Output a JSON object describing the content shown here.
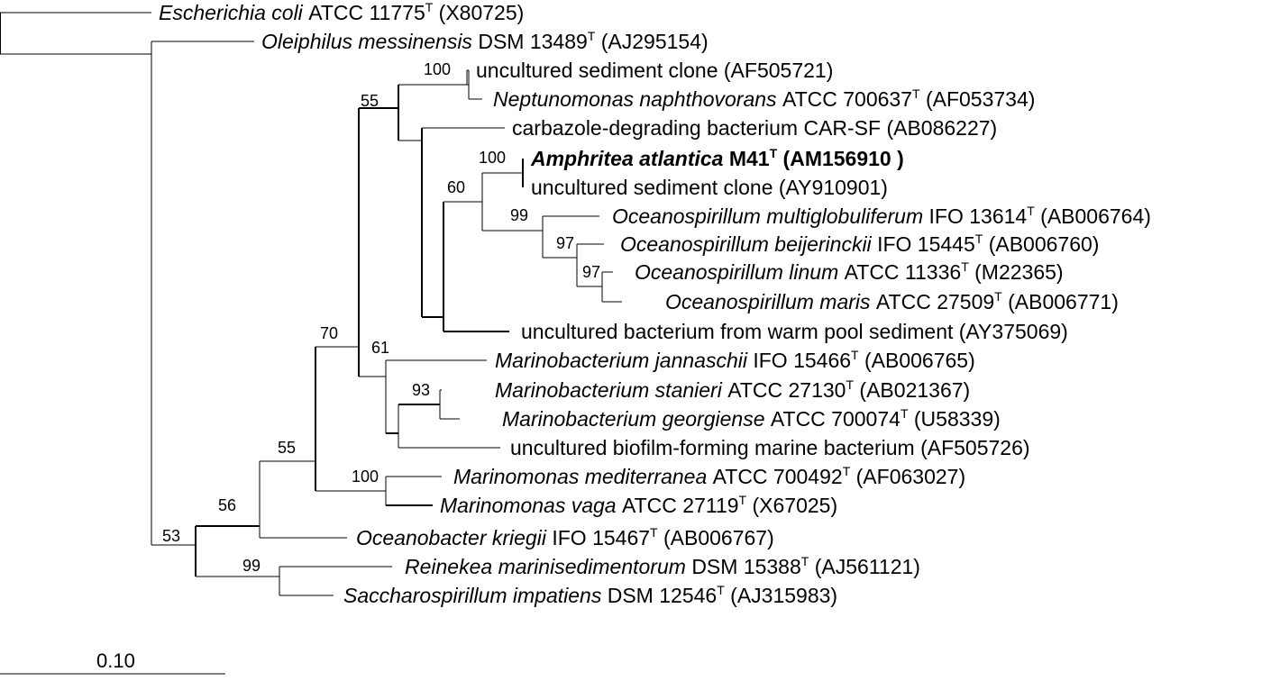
{
  "taxa": [
    {
      "id": "ecoli",
      "name": "Escherichia coli",
      "strain": "ATCC 11775",
      "type": true,
      "accession": "(X80725)",
      "bold": false
    },
    {
      "id": "oleiphilus",
      "name": "Oleiphilus messinensis",
      "strain": "DSM 13489",
      "type": true,
      "accession": "(AJ295154)",
      "bold": false
    },
    {
      "id": "unc_af505721",
      "name": "",
      "strain": "uncultured sediment clone",
      "type": false,
      "accession": "(AF505721)",
      "bold": false
    },
    {
      "id": "neptunomonas",
      "name": "Neptunomonas naphthovorans",
      "strain": "ATCC 700637",
      "type": true,
      "accession": "(AF053734)",
      "bold": false
    },
    {
      "id": "carsf",
      "name": "",
      "strain": "carbazole-degrading bacterium CAR-SF",
      "type": false,
      "accession": "(AB086227)",
      "bold": false
    },
    {
      "id": "amphritea",
      "name": "Amphritea atlantica",
      "strain": "M41",
      "type": true,
      "accession": "(AM156910 )",
      "bold": true
    },
    {
      "id": "unc_ay910901",
      "name": "",
      "strain": "uncultured sediment clone",
      "type": false,
      "accession": "(AY910901)",
      "bold": false
    },
    {
      "id": "oc_multi",
      "name": "Oceanospirillum multiglobuliferum",
      "strain": "IFO 13614",
      "type": true,
      "accession": "(AB006764)",
      "bold": false
    },
    {
      "id": "oc_beij",
      "name": "Oceanospirillum beijerinckii",
      "strain": " IFO 15445",
      "type": true,
      "accession": "(AB006760)",
      "bold": false
    },
    {
      "id": "oc_linum",
      "name": "Oceanospirillum linum",
      "strain": "ATCC 11336",
      "type": true,
      "accession": "(M22365)",
      "bold": false
    },
    {
      "id": "oc_maris",
      "name": "Oceanospirillum maris",
      "strain": "ATCC 27509",
      "type": true,
      "accession": "(AB006771)",
      "bold": false
    },
    {
      "id": "unc_ay375069",
      "name": "",
      "strain": "uncultured bacterium from warm pool sediment",
      "type": false,
      "accession": "(AY375069)",
      "bold": false
    },
    {
      "id": "mb_jann",
      "name": "Marinobacterium jannaschii",
      "strain": "IFO 15466",
      "type": true,
      "accession": "(AB006765)",
      "bold": false
    },
    {
      "id": "mb_stan",
      "name": "Marinobacterium stanieri",
      "strain": "ATCC 27130",
      "type": true,
      "accession": "(AB021367)",
      "bold": false
    },
    {
      "id": "mb_georg",
      "name": "Marinobacterium georgiense",
      "strain": "ATCC 700074",
      "type": true,
      "accession": "(U58339)",
      "bold": false
    },
    {
      "id": "unc_af505726",
      "name": "",
      "strain": "uncultured biofilm-forming marine bacterium",
      "type": false,
      "accession": "(AF505726)",
      "bold": false
    },
    {
      "id": "mm_med",
      "name": "Marinomonas mediterranea",
      "strain": "ATCC 700492",
      "type": true,
      "accession": "(AF063027)",
      "bold": false
    },
    {
      "id": "mm_vaga",
      "name": "Marinomonas vaga",
      "strain": "ATCC 27119",
      "type": true,
      "accession": " (X67025)",
      "bold": false
    },
    {
      "id": "ob_krieg",
      "name": "Oceanobacter kriegii",
      "strain": "IFO 15467",
      "type": true,
      "accession": "(AB006767)",
      "bold": false
    },
    {
      "id": "reinekea",
      "name": "Reinekea marinisedimentorum",
      "strain": "DSM 15388",
      "type": true,
      "accession": "(AJ561121)",
      "bold": false
    },
    {
      "id": "saccharo",
      "name": "Saccharospirillum impatiens",
      "strain": " DSM 12546",
      "type": true,
      "accession": "(AJ315983)",
      "bold": false
    }
  ],
  "type_strain_mark": "T",
  "bootstrap_values": [
    "100",
    "55",
    "100",
    "60",
    "99",
    "97",
    "97",
    "70",
    "61",
    "93",
    "55",
    "100",
    "56",
    "53",
    "99"
  ],
  "scale_bar": {
    "label": "0.10"
  }
}
